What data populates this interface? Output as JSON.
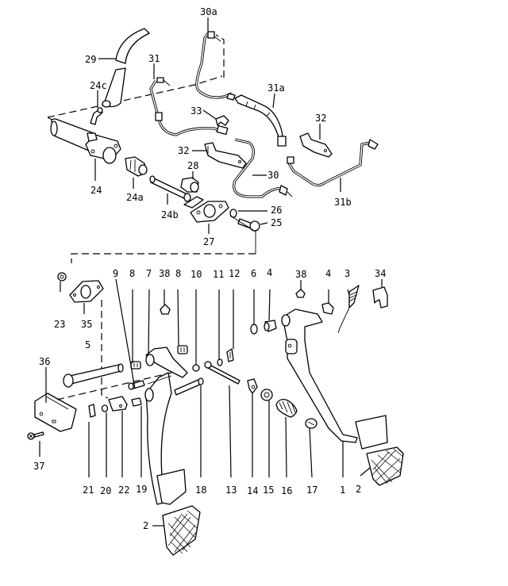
{
  "diagram": {
    "title": "Pedal assembly exploded view",
    "ink_color": "#000000",
    "background_color": "#ffffff",
    "callouts": [
      {
        "id": "c30a",
        "text": "30a",
        "part": "pipe"
      },
      {
        "id": "c29",
        "text": "29",
        "part": "hose"
      },
      {
        "id": "c31",
        "text": "31",
        "part": "pipe"
      },
      {
        "id": "c24c",
        "text": "24c",
        "part": "elbow-fitting"
      },
      {
        "id": "c31a",
        "text": "31a",
        "part": "hose"
      },
      {
        "id": "c33",
        "text": "33",
        "part": "clip"
      },
      {
        "id": "c32a",
        "text": "32",
        "part": "bracket"
      },
      {
        "id": "c32b",
        "text": "32",
        "part": "bracket"
      },
      {
        "id": "c28",
        "text": "28",
        "part": "bushing"
      },
      {
        "id": "c30",
        "text": "30",
        "part": "pipe"
      },
      {
        "id": "c24",
        "text": "24",
        "part": "master-cylinder"
      },
      {
        "id": "c24a",
        "text": "24a",
        "part": "boot"
      },
      {
        "id": "c31b",
        "text": "31b",
        "part": "pipe"
      },
      {
        "id": "c24b",
        "text": "24b",
        "part": "push-rod"
      },
      {
        "id": "c26",
        "text": "26",
        "part": "washer"
      },
      {
        "id": "c25",
        "text": "25",
        "part": "bolt"
      },
      {
        "id": "c27",
        "text": "27",
        "part": "flange"
      },
      {
        "id": "c9",
        "text": "9",
        "part": "pin"
      },
      {
        "id": "c8a",
        "text": "8",
        "part": "bushing"
      },
      {
        "id": "c7",
        "text": "7",
        "part": "lever"
      },
      {
        "id": "c38a",
        "text": "38",
        "part": "nut"
      },
      {
        "id": "c8b",
        "text": "8",
        "part": "bushing"
      },
      {
        "id": "c10",
        "text": "10",
        "part": "bushing"
      },
      {
        "id": "c11",
        "text": "11",
        "part": "clip"
      },
      {
        "id": "c12",
        "text": "12",
        "part": "clip"
      },
      {
        "id": "c6",
        "text": "6",
        "part": "washer"
      },
      {
        "id": "c4a",
        "text": "4",
        "part": "bushing"
      },
      {
        "id": "c38b",
        "text": "38",
        "part": "nut"
      },
      {
        "id": "c4b",
        "text": "4",
        "part": "bushing"
      },
      {
        "id": "c3",
        "text": "3",
        "part": "return-spring"
      },
      {
        "id": "c34",
        "text": "34",
        "part": "clip"
      },
      {
        "id": "c23",
        "text": "23",
        "part": "nut"
      },
      {
        "id": "c35",
        "text": "35",
        "part": "gasket"
      },
      {
        "id": "c5",
        "text": "5",
        "part": "pedal-shaft"
      },
      {
        "id": "c36",
        "text": "36",
        "part": "pedal-bracket"
      },
      {
        "id": "c37",
        "text": "37",
        "part": "screw"
      },
      {
        "id": "c21",
        "text": "21",
        "part": "clip"
      },
      {
        "id": "c20",
        "text": "20",
        "part": "nut"
      },
      {
        "id": "c22",
        "text": "22",
        "part": "stop-block"
      },
      {
        "id": "c19",
        "text": "19",
        "part": "bushing"
      },
      {
        "id": "c18",
        "text": "18",
        "part": "pin"
      },
      {
        "id": "c13",
        "text": "13",
        "part": "bolt"
      },
      {
        "id": "c14",
        "text": "14",
        "part": "cam"
      },
      {
        "id": "c15",
        "text": "15",
        "part": "nut"
      },
      {
        "id": "c16",
        "text": "16",
        "part": "spring"
      },
      {
        "id": "c17",
        "text": "17",
        "part": "stop"
      },
      {
        "id": "c1",
        "text": "1",
        "part": "brake-pedal"
      },
      {
        "id": "c2a",
        "text": "2",
        "part": "pedal-pad"
      },
      {
        "id": "c2b",
        "text": "2",
        "part": "pedal-pad"
      }
    ]
  }
}
